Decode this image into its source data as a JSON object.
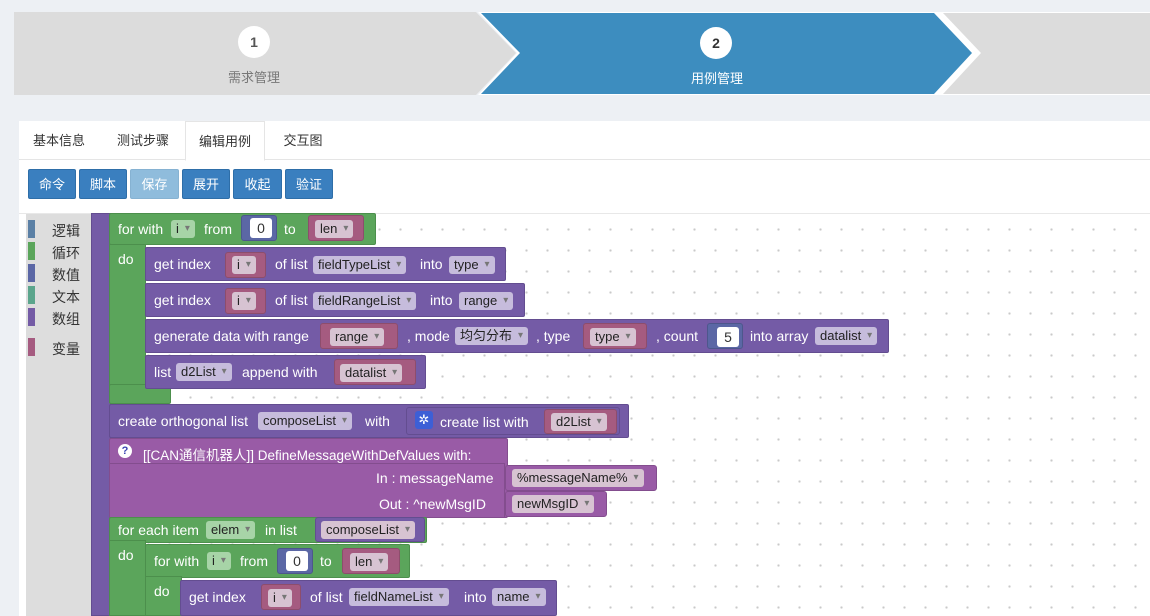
{
  "stepper": {
    "steps": [
      {
        "number": "1",
        "label": "需求管理"
      },
      {
        "number": "2",
        "label": "用例管理"
      }
    ]
  },
  "tabs": [
    "基本信息",
    "测试步骤",
    "编辑用例",
    "交互图"
  ],
  "active_tab": "编辑用例",
  "toolbar": {
    "buttons": [
      "命令",
      "脚本",
      "保存",
      "展开",
      "收起",
      "验证"
    ],
    "disabled": [
      "保存"
    ]
  },
  "toolbox": {
    "categories": [
      {
        "label": "逻辑",
        "color": "#5b80a5"
      },
      {
        "label": "循环",
        "color": "#5ba55b"
      },
      {
        "label": "数值",
        "color": "#5b67a5"
      },
      {
        "label": "文本",
        "color": "#5ba58c"
      },
      {
        "label": "数组",
        "color": "#745ba5"
      },
      {
        "label": "变量",
        "color": "#a55b80"
      }
    ]
  },
  "blocks": {
    "for1": {
      "for_with": "for with",
      "var": "i",
      "from": "from",
      "from_val": "0",
      "to": "to",
      "to_var": "len",
      "do": "do"
    },
    "get1": {
      "get_index": "get index",
      "idx": "i",
      "of_list": "of list",
      "list": "fieldTypeList",
      "into": "into",
      "target": "type"
    },
    "get2": {
      "get_index": "get index",
      "idx": "i",
      "of_list": "of list",
      "list": "fieldRangeList",
      "into": "into",
      "target": "range"
    },
    "gen": {
      "label": "generate data with range",
      "range": "range",
      "mode_label": ", mode",
      "mode": "均匀分布",
      "type_label": ", type",
      "type": "type",
      "count_label": ", count",
      "count": "5",
      "into_array": "into array",
      "array": "datalist"
    },
    "append": {
      "list": "list",
      "list_var": "d2List",
      "append_with": "append with",
      "value": "datalist"
    },
    "ortho": {
      "label": "create orthogonal list",
      "var": "composeList",
      "with": "with",
      "create_list": "create list with",
      "item": "d2List"
    },
    "can": {
      "label": "[[CAN通信机器人]]  DefineMessageWithDefValues  with:",
      "in_label": "In : messageName",
      "in_value": "%messageName%",
      "out_label": "Out : ^newMsgID",
      "out_value": "newMsgID"
    },
    "foreach": {
      "label": "for each item",
      "var": "elem",
      "in_list": "in list",
      "list": "composeList",
      "do": "do"
    },
    "for2": {
      "for_with": "for with",
      "var": "i",
      "from": "from",
      "from_val": "0",
      "to": "to",
      "to_var": "len",
      "do": "do"
    },
    "get3": {
      "get_index": "get index",
      "idx": "i",
      "of_list": "of list",
      "list": "fieldNameList",
      "into": "into",
      "target": "name"
    }
  }
}
